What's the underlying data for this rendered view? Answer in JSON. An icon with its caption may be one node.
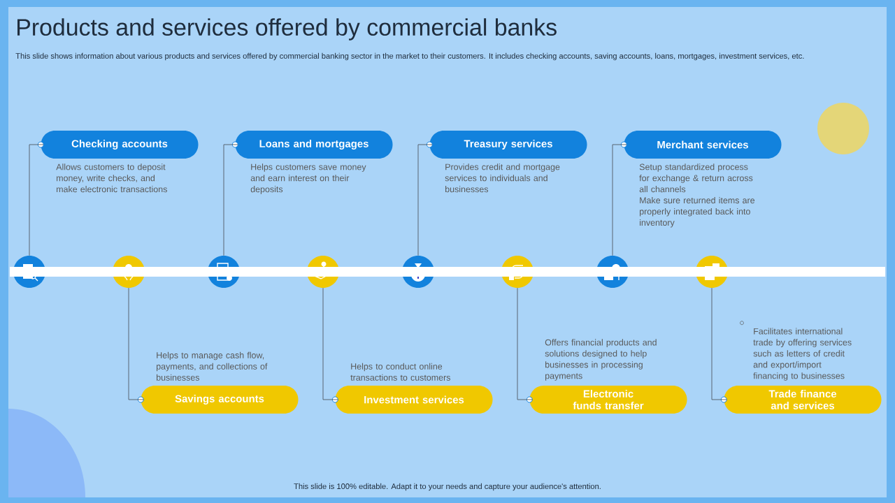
{
  "diagram": {
    "title": "Products and services offered by commercial banks",
    "nodes": [
      {
        "text": [
          "Checking accounts"
        ],
        "beside": [
          "Allows customers to deposit money, write checks, and make electronic transactions"
        ]
      },
      {
        "text": [
          "Loans and mortgages"
        ],
        "beside": [
          "Helps customers save money and earn interest on their deposits"
        ]
      },
      {
        "text": [
          "Treasury services"
        ],
        "beside": [
          "Provides credit and mortgage services to individuals and businesses"
        ]
      },
      {
        "text": [
          "Merchant services"
        ],
        "beside": [
          "Setup standardized process for exchange & return across all channels",
          "Make sure returned items are properly integrated back into inventory"
        ]
      },
      {
        "text": [],
        "shape": "picture"
      },
      {
        "text": [],
        "shape": "picture"
      },
      {
        "text": [],
        "shape": "picture"
      },
      {
        "text": [],
        "shape": "picture"
      },
      {
        "text": [],
        "shape": "picture"
      },
      {
        "text": [],
        "shape": "picture"
      },
      {
        "text": [],
        "shape": "picture"
      },
      {
        "text": [],
        "shape": "picture"
      },
      {
        "text": [
          "Savings accounts"
        ],
        "beside": [
          "Helps to manage cash flow, payments, and collections of businesses"
        ]
      },
      {
        "text": [
          "Investment services"
        ],
        "beside": [
          "Helps to conduct online transactions to customers"
        ]
      },
      {
        "text": [
          "Electronic funds transfer"
        ],
        "beside": [
          "Offers financial products and solutions designed to help businesses in processing payments"
        ]
      },
      {
        "text": [
          "Trade finance and services"
        ],
        "beside": [
          "Facilitates international trade by offering services such as letters of credit and export/import financing to businesses"
        ]
      },
      {
        "text": [],
        "shape": "bar"
      }
    ],
    "edges": [
      {
        "from": 4,
        "to": 0,
        "arrow": "none"
      },
      {
        "from": 5,
        "to": 12,
        "arrow": "none"
      },
      {
        "from": 6,
        "to": 1,
        "arrow": "none"
      },
      {
        "from": 7,
        "to": 13,
        "arrow": "none"
      },
      {
        "from": 8,
        "to": 2,
        "arrow": "none"
      },
      {
        "from": 9,
        "to": 14,
        "arrow": "none"
      },
      {
        "from": 10,
        "to": 3,
        "arrow": "none"
      },
      {
        "from": 11,
        "to": 15,
        "arrow": "none"
      }
    ],
    "labels": [
      "This slide shows information about various products and services offered by commercial banking sector in the market to their customers. It includes checking accounts, saving accounts, loans, mortgages, investment services, etc.",
      "This slide is 100% editable. Adapt it to your needs and capture your audience's attention."
    ]
  }
}
